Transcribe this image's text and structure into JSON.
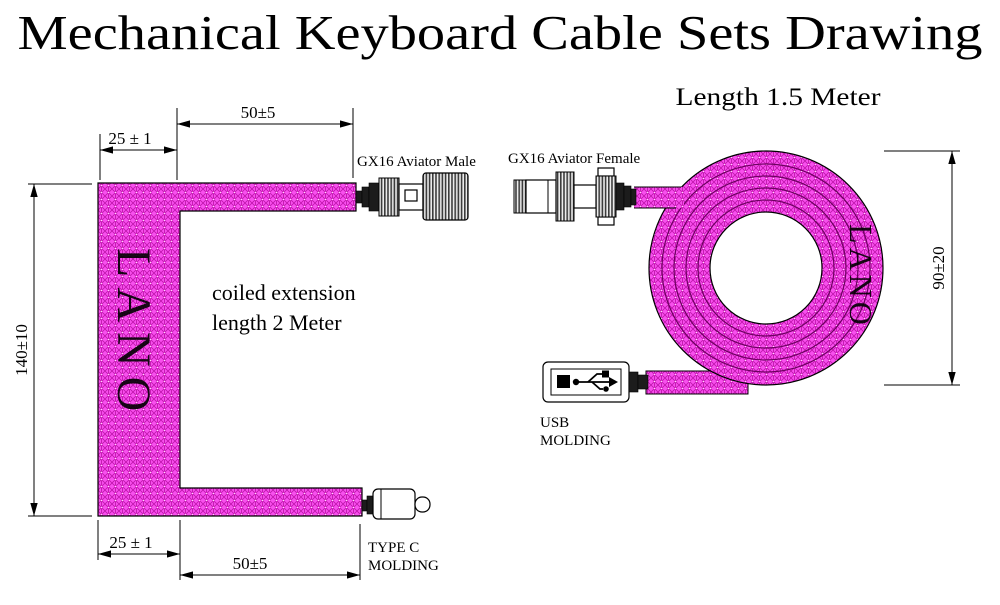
{
  "title": "Mechanical Keyboard Cable Sets Drawing",
  "colors": {
    "coil_fill": "#f84fee",
    "coil_hatch": "#c116ad",
    "coil_dot": "#ffd6fb",
    "coil_ring_line": "#6d0060",
    "knurl_dark": "#3c3c3c",
    "brand_text": "#4a4150"
  },
  "left_drawing": {
    "note_line1": "coiled extension",
    "note_line2": "length 2 Meter",
    "brand": "LANO",
    "connector_top": {
      "label": "GX16 Aviator Male"
    },
    "connector_bottom": {
      "label_line1": "TYPE C",
      "label_line2": "MOLDING"
    },
    "dimensions": {
      "top_width": "50±5",
      "top_left_width": "25 ± 1",
      "height": "140±10",
      "bottom_left_width": "25 ± 1",
      "bottom_width": "50±5"
    }
  },
  "right_drawing": {
    "title": "Length 1.5 Meter",
    "brand": "LANO",
    "connector_left": {
      "label": "GX16 Aviator Female"
    },
    "usb": {
      "label_line1": "USB",
      "label_line2": "MOLDING"
    },
    "dimensions": {
      "coil_height": "90±20"
    }
  }
}
